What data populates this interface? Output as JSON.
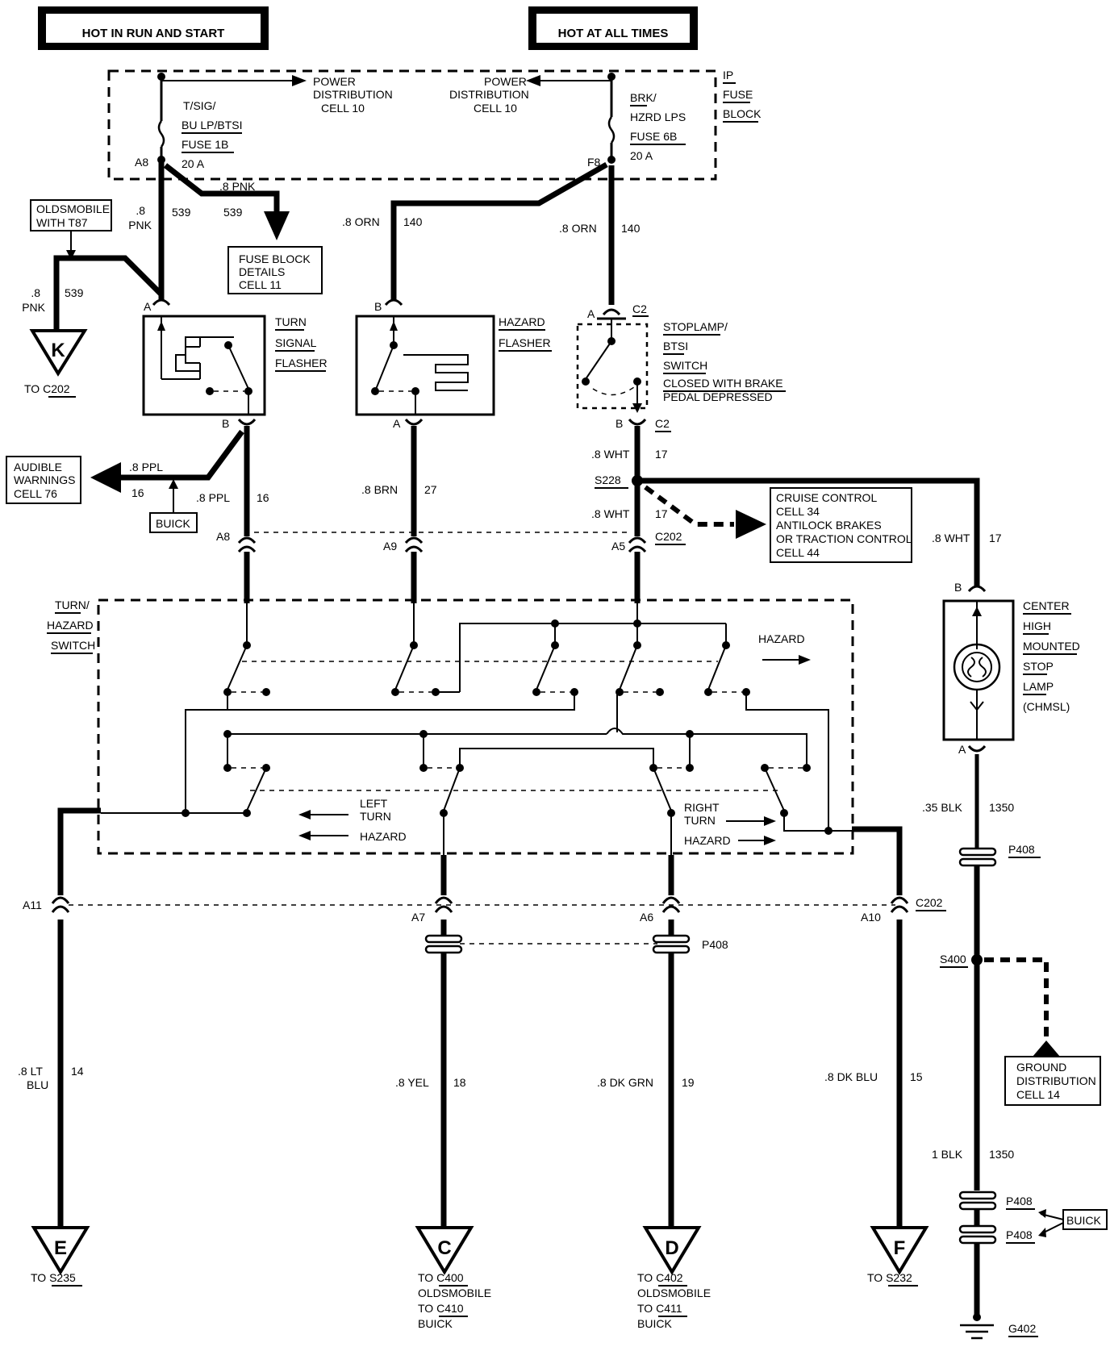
{
  "headers": {
    "hot_run_start": "HOT IN RUN AND START",
    "hot_all_times": "HOT AT ALL TIMES"
  },
  "fuse_block": {
    "title": [
      "IP",
      "FUSE",
      "BLOCK"
    ],
    "left_fuse": [
      "T/SIG/",
      "BU LP/BTSI",
      "FUSE 1B",
      "20 A"
    ],
    "right_fuse": [
      "BRK/",
      "HZRD LPS",
      "FUSE 6B",
      "20 A"
    ],
    "power_dist_left": [
      "POWER",
      "DISTRIBUTION",
      "CELL 10"
    ],
    "power_dist_right": [
      "POWER",
      "DISTRIBUTION",
      "CELL 10"
    ],
    "pin_a8": "A8",
    "pin_f8": "F8"
  },
  "refs": {
    "oldsmobile_t87": [
      "OLDSMOBILE",
      "WITH T87"
    ],
    "fuse_block_details": [
      "FUSE BLOCK",
      "DETAILS",
      "CELL 11"
    ],
    "audible_warnings": [
      "AUDIBLE",
      "WARNINGS",
      "CELL 76"
    ],
    "buick": "BUICK",
    "cruise_control": [
      "CRUISE CONTROL",
      "CELL 34",
      "ANTILOCK BRAKES",
      "OR TRACTION CONTROL",
      "CELL 44"
    ],
    "ground_distribution": [
      "GROUND",
      "DISTRIBUTION",
      "CELL 14"
    ]
  },
  "components": {
    "turn_signal_flasher": [
      "TURN",
      "SIGNAL",
      "FLASHER"
    ],
    "hazard_flasher": [
      "HAZARD",
      "FLASHER"
    ],
    "stoplamp_switch": [
      "STOPLAMP/",
      "BTSI",
      "SWITCH",
      "CLOSED WITH BRAKE",
      "PEDAL DEPRESSED"
    ],
    "turn_hazard_switch": [
      "TURN/",
      "HAZARD",
      "SWITCH"
    ],
    "chmsl": [
      "CENTER",
      "HIGH",
      "MOUNTED",
      "STOP",
      "LAMP",
      "(CHMSL)"
    ],
    "hazard_arrow_label": "HAZARD",
    "left_turn_labels": [
      "LEFT",
      "TURN",
      "HAZARD"
    ],
    "right_turn_labels": [
      "RIGHT",
      "TURN",
      "HAZARD"
    ]
  },
  "wires": {
    "pnk_539_a": ".8",
    "pnk_539_b": "PNK",
    "n539": "539",
    "pnk_upper": ".8 PNK",
    "pnk_left_a": ".8",
    "pnk_left_b": "PNK",
    "orn_left": ".8 ORN",
    "orn_right": ".8 ORN",
    "n140": "140",
    "ppl_a": ".8 PPL",
    "ppl_b": ".8 PPL",
    "n16": "16",
    "brn": ".8 BRN",
    "n27": "27",
    "wht_a": ".8 WHT",
    "wht_b": ".8 WHT",
    "wht_c": ".8 WHT",
    "n17": "17",
    "blk035": ".35 BLK",
    "n1350": "1350",
    "blk1": "1 BLK",
    "lt_blu_a": ".8 LT",
    "lt_blu_b": "BLU",
    "n14": "14",
    "yel": ".8 YEL",
    "n18": "18",
    "dk_grn": ".8 DK GRN",
    "n19": "19",
    "dk_blu": ".8 DK BLU",
    "n15": "15"
  },
  "pins": {
    "A": "A",
    "B": "B",
    "C2": "C2",
    "A8": "A8",
    "A9": "A9",
    "A5": "A5",
    "C202": "C202",
    "S228": "S228",
    "A11": "A11",
    "A7": "A7",
    "A6": "A6",
    "A10": "A10",
    "P408": "P408",
    "S400": "S400",
    "G402": "G402"
  },
  "terminals": {
    "K": {
      "letter": "K",
      "to": "TO C202"
    },
    "E": {
      "letter": "E",
      "to": "TO S235"
    },
    "C": {
      "letter": "C",
      "to": [
        "TO C400",
        "OLDSMOBILE",
        "TO C410",
        "BUICK"
      ]
    },
    "D": {
      "letter": "D",
      "to": [
        "TO C402",
        "OLDSMOBILE",
        "TO C411",
        "BUICK"
      ]
    },
    "F": {
      "letter": "F",
      "to": "TO S232"
    }
  }
}
